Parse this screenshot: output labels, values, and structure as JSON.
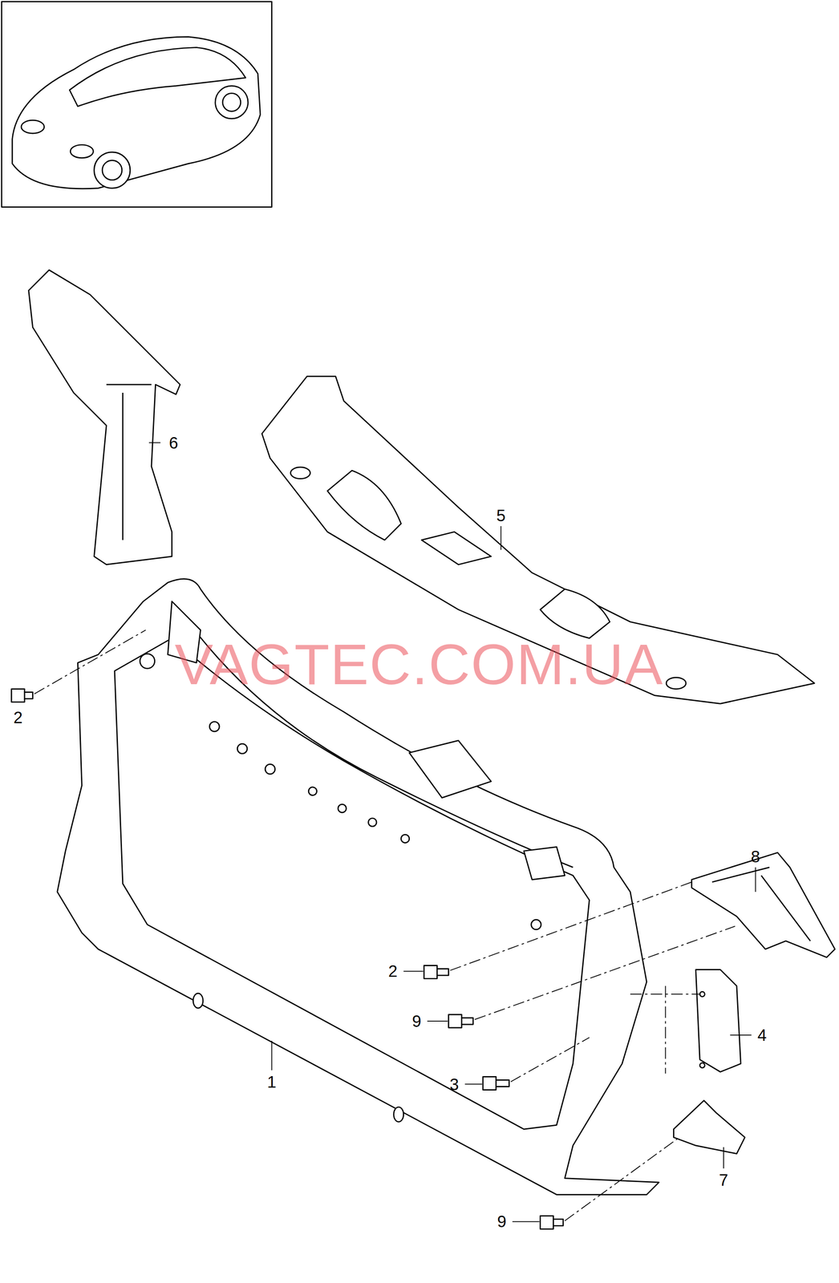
{
  "diagram": {
    "labels": [
      "6",
      "5",
      "2",
      "8",
      "2",
      "9",
      "4",
      "3",
      "1",
      "7",
      "9",
      "VAGTEC.COM.UA"
    ]
  }
}
